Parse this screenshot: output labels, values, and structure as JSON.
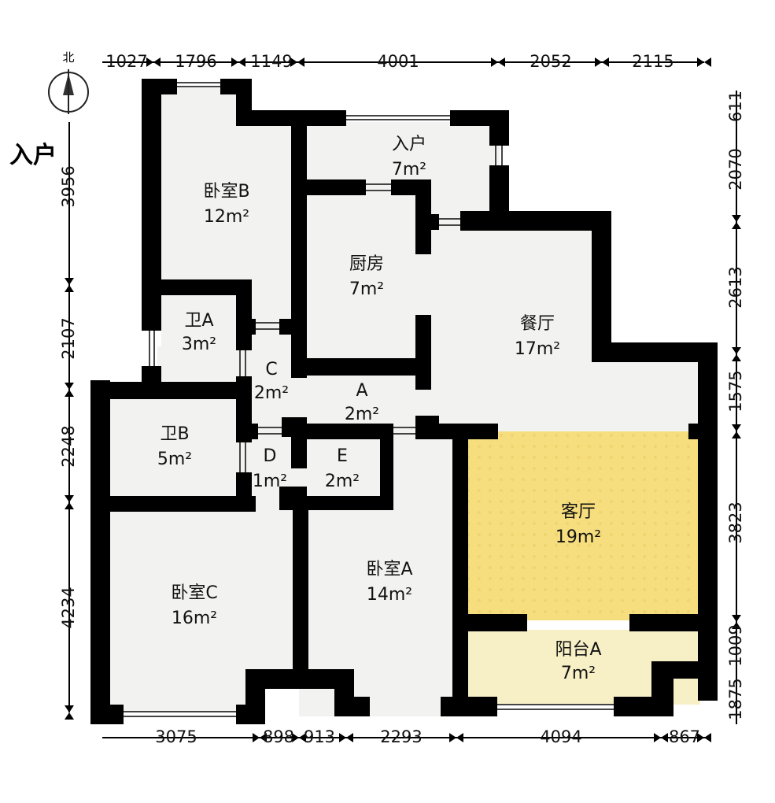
{
  "compass": {
    "label": "北",
    "icon": "north-arrow-icon"
  },
  "entrance_label": "入户",
  "colors": {
    "living_room": "#f6de7e",
    "balcony": "#f7efc6",
    "floor": "#f2f2f0",
    "wall": "#000000"
  },
  "rooms": [
    {
      "id": "bedroom-b",
      "name": "卧室B",
      "area": "12m²"
    },
    {
      "id": "entry",
      "name": "入户",
      "area": "7m²"
    },
    {
      "id": "kitchen",
      "name": "厨房",
      "area": "7m²"
    },
    {
      "id": "dining",
      "name": "餐厅",
      "area": "17m²"
    },
    {
      "id": "bath-a",
      "name": "卫A",
      "area": "3m²"
    },
    {
      "id": "hall-c",
      "name": "C",
      "area": "2m²"
    },
    {
      "id": "hall-a",
      "name": "A",
      "area": "2m²"
    },
    {
      "id": "bath-b",
      "name": "卫B",
      "area": "5m²"
    },
    {
      "id": "hall-d",
      "name": "D",
      "area": "1m²"
    },
    {
      "id": "hall-e",
      "name": "E",
      "area": "2m²"
    },
    {
      "id": "living",
      "name": "客厅",
      "area": "19m²"
    },
    {
      "id": "bedroom-a",
      "name": "卧室A",
      "area": "14m²"
    },
    {
      "id": "bedroom-c",
      "name": "卧室C",
      "area": "16m²"
    },
    {
      "id": "balcony-a",
      "name": "阳台A",
      "area": "7m²"
    }
  ],
  "dimensions": {
    "top": [
      "1027",
      "1796",
      "1149",
      "4001",
      "2052",
      "2115"
    ],
    "bottom": [
      "3075",
      "898",
      "913",
      "2293",
      "4094",
      "867"
    ],
    "left": [
      "3956",
      "2107",
      "2248",
      "4234"
    ],
    "right": [
      "611",
      "2070",
      "2613",
      "1575",
      "3823",
      "1009",
      "1875"
    ]
  }
}
